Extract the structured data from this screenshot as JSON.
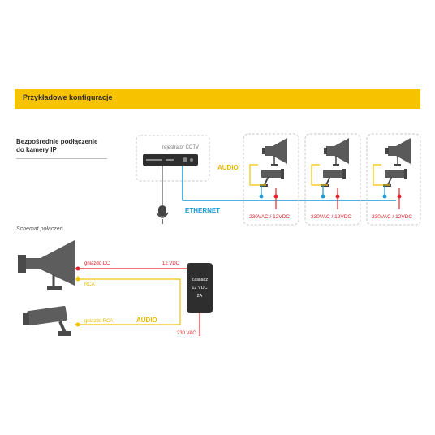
{
  "header": {
    "title": "Przykładowe konfiguracje"
  },
  "section": {
    "title_line1": "Bezpośrednie podłączenie",
    "title_line2": "do kamery IP"
  },
  "top_diagram": {
    "recorder_label": "rejestrator CCTV",
    "audio_label": "AUDIO",
    "ethernet_label": "ETHERNET",
    "power_labels": [
      "230VAC / 12VDC",
      "230VAC / 12VDC",
      "230VAC / 12VDC"
    ]
  },
  "scheme": {
    "title": "Schemat połączeń",
    "dc_socket_label": "gniazdo DC",
    "rca_label": "RCA",
    "rca_socket_label": "gniazdo RCA",
    "audio_label": "AUDIO",
    "vdc_label": "12 VDC",
    "psu_line1": "Zasilacz",
    "psu_line2": "12 VDC",
    "psu_line3": "2A",
    "vac_label": "230 VAC"
  },
  "colors": {
    "accent_yellow": "#f7c200",
    "ethernet_blue": "#1a9ad6",
    "power_red": "#e2242c",
    "audio_yellow": "#f2c100",
    "device_grey": "#555555"
  }
}
